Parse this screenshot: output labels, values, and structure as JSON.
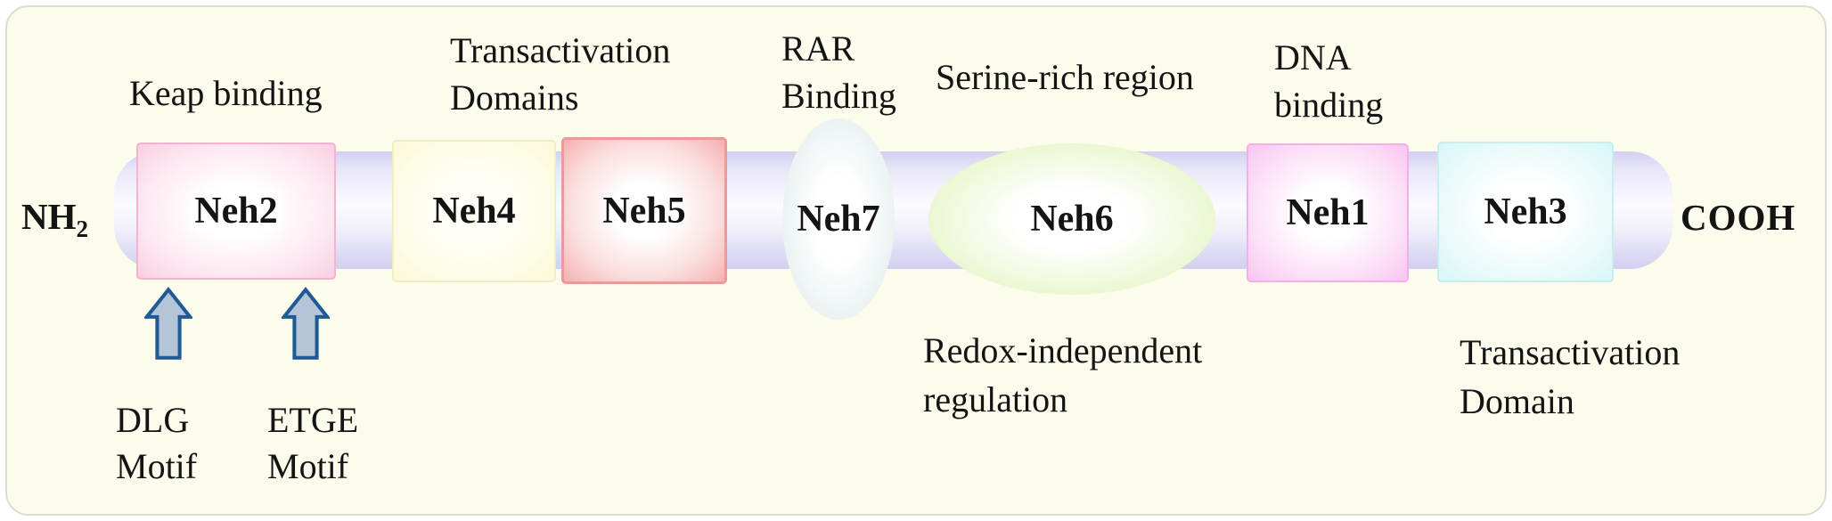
{
  "figure": {
    "description": "Protein domain structure diagram (Nrf2) with NH2 and COOH termini",
    "backbone": {
      "left_terminus": {
        "base": "NH",
        "sub": "2"
      },
      "right_terminus": "COOH"
    },
    "domains": [
      {
        "id": "neh2",
        "label": "Neh2",
        "shape": "box",
        "color": "#f9cfe2"
      },
      {
        "id": "neh4",
        "label": "Neh4",
        "shape": "box",
        "color": "#fbf9d8"
      },
      {
        "id": "neh5",
        "label": "Neh5",
        "shape": "box",
        "color": "#f5b0b0"
      },
      {
        "id": "neh7",
        "label": "Neh7",
        "shape": "ellipse",
        "color": "#dfeaeb"
      },
      {
        "id": "neh6",
        "label": "Neh6",
        "shape": "ellipse",
        "color": "#dcf2b2"
      },
      {
        "id": "neh1",
        "label": "Neh1",
        "shape": "box",
        "color": "#f9c5f0"
      },
      {
        "id": "neh3",
        "label": "Neh3",
        "shape": "box",
        "color": "#d7f6f6"
      }
    ],
    "annotations_top": {
      "keap_binding": {
        "text": "Keap binding"
      },
      "transactivation_domains": {
        "line1": "Transactivation",
        "line2": "Domains"
      },
      "rar_binding": {
        "line1": "RAR",
        "line2": "Binding"
      },
      "serine_rich": {
        "text": "Serine-rich region"
      },
      "dna_binding": {
        "line1": "DNA",
        "line2": "binding"
      }
    },
    "annotations_bottom": {
      "dlg_motif": {
        "line1": "DLG",
        "line2": "Motif"
      },
      "etge_motif": {
        "line1": "ETGE",
        "line2": "Motif"
      },
      "redox": {
        "line1": "Redox-independent",
        "line2": "regulation"
      },
      "transactivation_domain": {
        "line1": "Transactivation",
        "line2": "Domain"
      }
    },
    "arrows": {
      "count": 2,
      "direction": "up"
    }
  },
  "colors": {
    "panel_bg": "#fcfbec",
    "bar_edge": "#d2cff0",
    "bar_center": "#fbfbff",
    "neh2_edge": "#f9cfe2",
    "neh2_border": "#f2b4d0",
    "neh4_edge": "#fbf9d8",
    "neh4_border": "#f1edc2",
    "neh5_edge": "#f5b0b0",
    "neh5_border": "#ec9999",
    "neh7_edge": "#dfeaeb",
    "neh6_edge": "#dcf2b2",
    "neh1_edge": "#f9c5f0",
    "neh1_border": "#f3afe9",
    "neh3_edge": "#d7f6f6",
    "neh3_border": "#c6eeee",
    "arrow_fill": "#b5c4d7",
    "arrow_border": "#1e5a94",
    "text": "#141414"
  }
}
